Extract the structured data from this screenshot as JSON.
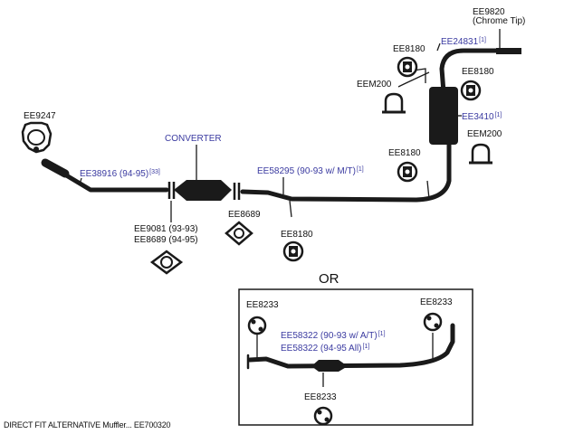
{
  "colors": {
    "pipe": "#1a1a1a",
    "part_link": "#3a3aa0",
    "text": "#111111"
  },
  "labels": {
    "ee9820": "EE9820",
    "chrome_tip": "(Chrome Tip)",
    "ee24831": "EE24831",
    "ee24831_note": "[1]",
    "ee8180_top_left": "EE8180",
    "ee8180_top_right": "EE8180",
    "eem200_left": "EEM200",
    "ee3410": "EE3410",
    "ee3410_note": "[1]",
    "eem200_right": "EEM200",
    "ee8180_mid": "EE8180",
    "ee9247": "EE9247",
    "converter": "CONVERTER",
    "ee38916": "EE38916 (94-95)",
    "ee38916_note": "[33]",
    "ee58295": "EE58295 (90-93 w/ M/T)",
    "ee58295_note": "[1]",
    "ee8689_right": "EE8689",
    "ee9081": "EE9081 (93-93)",
    "ee8689_left": "EE8689 (94-95)",
    "ee8180_bottom": "EE8180",
    "or": "OR",
    "alt_ee8233_left": "EE8233",
    "alt_ee8233_right": "EE8233",
    "alt_ee58322_at": "EE58322 (90-93 w/ A/T)",
    "alt_ee58322_at_note": "[1]",
    "alt_ee58322_all": "EE58322 (94-95 All)",
    "alt_ee58322_all_note": "[1]",
    "alt_ee8233_bottom": "EE8233",
    "caption": "DIRECT FIT ALTERNATIVE Muffler... EE700320"
  }
}
